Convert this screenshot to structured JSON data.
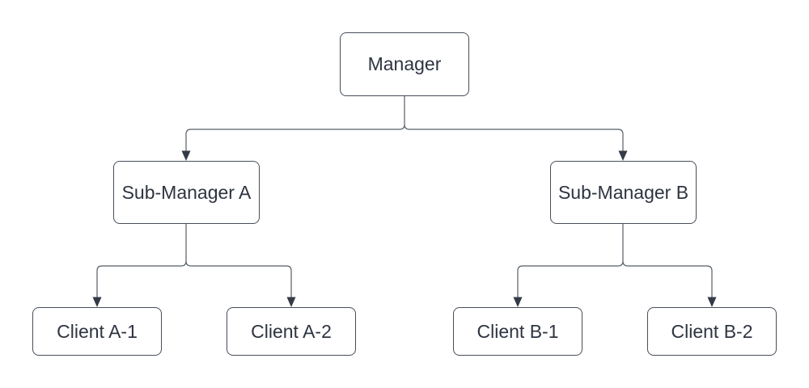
{
  "diagram": {
    "type": "org-chart",
    "colors": {
      "background": "#ffffff",
      "node_fill": "#ffffff",
      "node_border": "#474e5a",
      "edge_stroke": "#565d66",
      "arrowhead_fill": "#343a46",
      "text": "#2e3440"
    },
    "nodes": [
      {
        "id": "manager",
        "label": "Manager"
      },
      {
        "id": "sub-a",
        "label": "Sub-Manager A"
      },
      {
        "id": "sub-b",
        "label": "Sub-Manager B"
      },
      {
        "id": "client-a1",
        "label": "Client A-1"
      },
      {
        "id": "client-a2",
        "label": "Client A-2"
      },
      {
        "id": "client-b1",
        "label": "Client B-1"
      },
      {
        "id": "client-b2",
        "label": "Client B-2"
      }
    ],
    "edges": [
      {
        "from": "Manager",
        "to": "Sub-Manager A",
        "arrow": "true"
      },
      {
        "from": "Manager",
        "to": "Sub-Manager B",
        "arrow": "true"
      },
      {
        "from": "Sub-Manager A",
        "to": "Client A-1",
        "arrow": "true"
      },
      {
        "from": "Sub-Manager A",
        "to": "Client A-2",
        "arrow": "true"
      },
      {
        "from": "Sub-Manager B",
        "to": "Client B-1",
        "arrow": "true"
      },
      {
        "from": "Sub-Manager B",
        "to": "Client B-2",
        "arrow": "true"
      }
    ]
  }
}
